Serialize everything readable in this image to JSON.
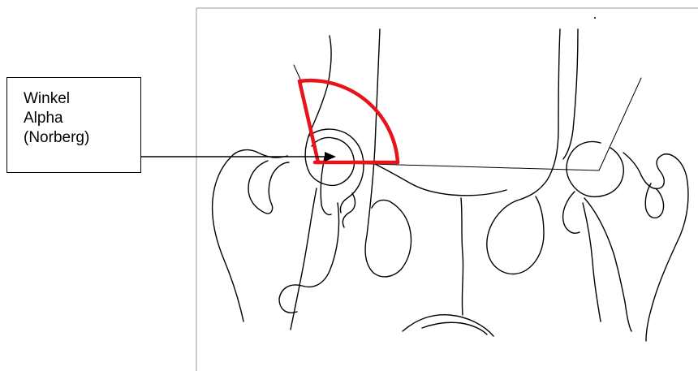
{
  "annotation": {
    "lines": [
      "Winkel",
      "Alpha",
      "(Norberg)"
    ]
  },
  "colors": {
    "angle_marker": "#e8141c",
    "line_art": "#000000",
    "background": "#ffffff"
  }
}
